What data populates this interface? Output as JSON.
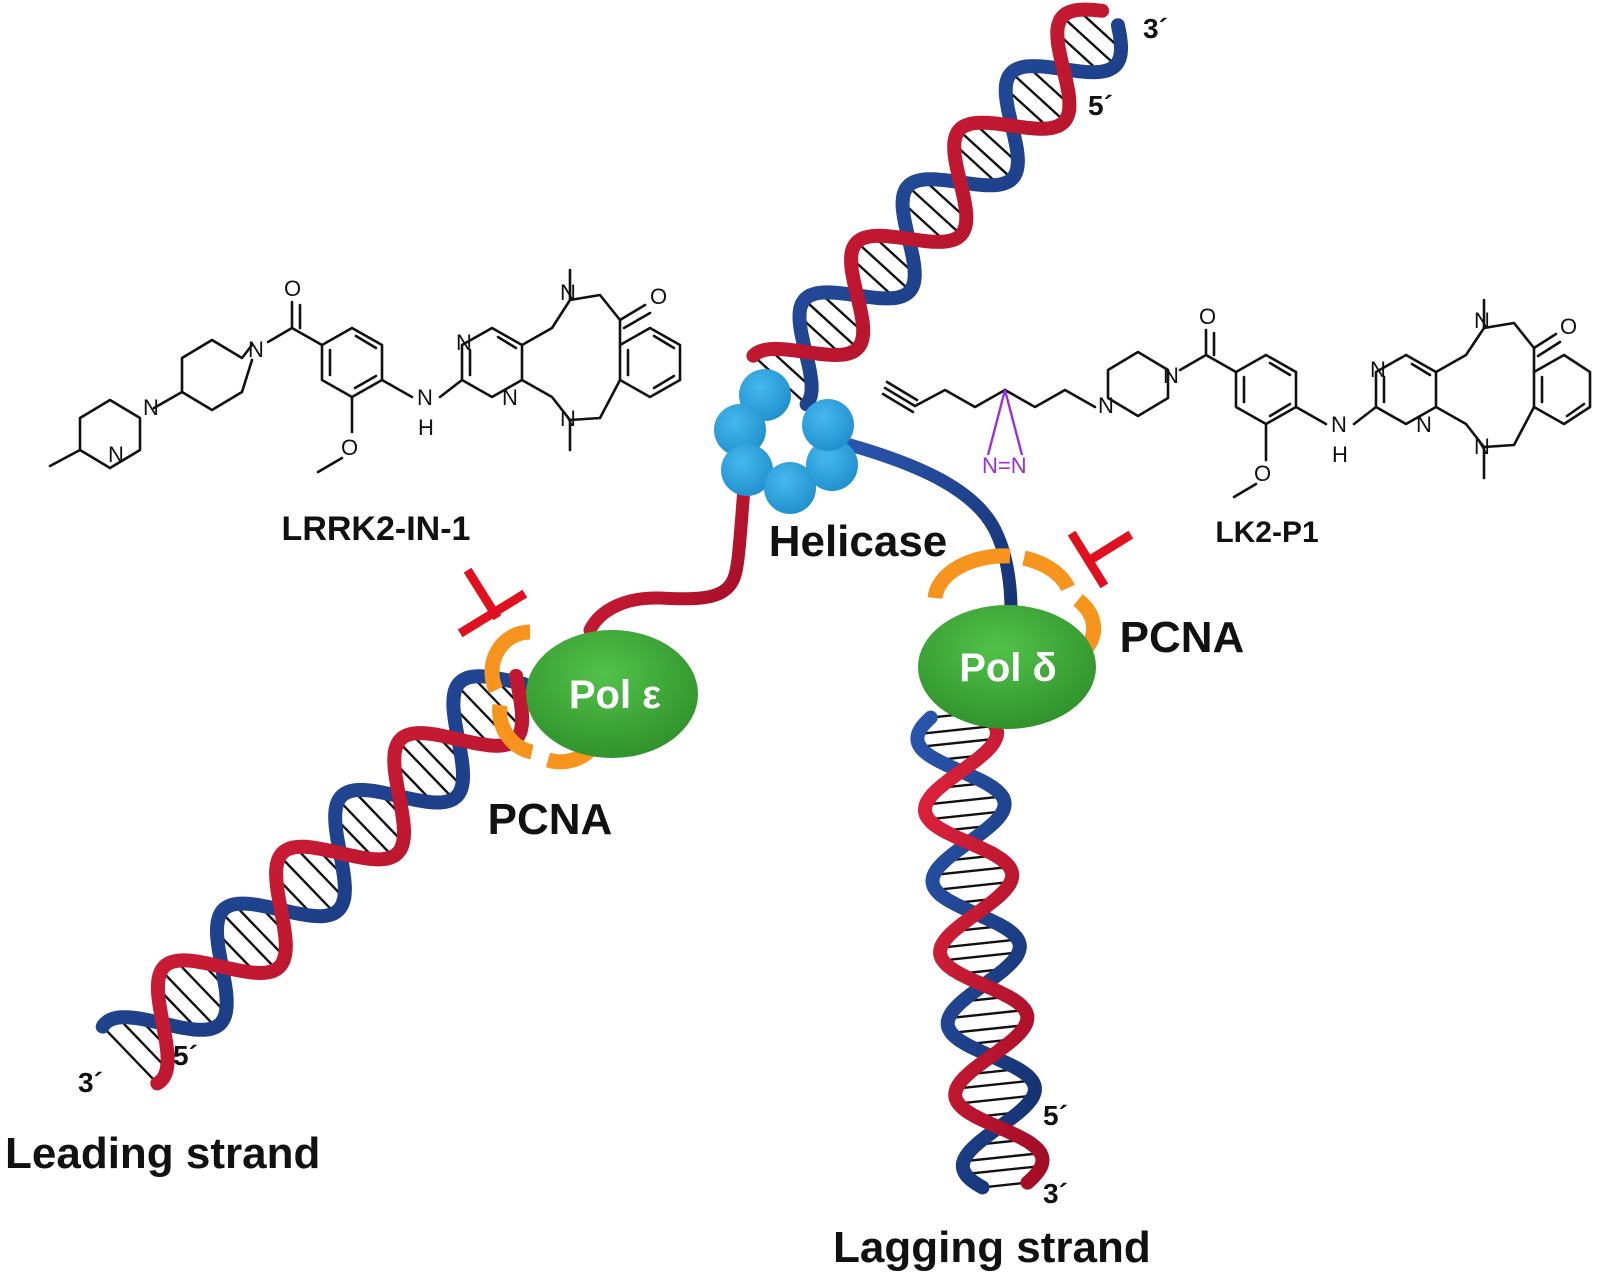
{
  "labels": {
    "helicase": "Helicase",
    "pol_epsilon": "Pol ε",
    "pol_delta": "Pol δ",
    "pcna_left": "PCNA",
    "pcna_right": "PCNA",
    "leading_strand": "Leading strand",
    "lagging_strand": "Lagging strand",
    "inhibitor_left": "LRRK2-IN-1",
    "inhibitor_right": "LK2-P1",
    "end_top_3": "3´",
    "end_top_5": "5´",
    "end_left_3": "3´",
    "end_left_5": "5´",
    "end_bottom_5": "5´",
    "end_bottom_3": "3´"
  },
  "chem_left": {
    "o1": "O",
    "n1": "N",
    "n2": "N",
    "n3": "N",
    "n4": "N",
    "nh": "N",
    "h": "H",
    "n5": "N",
    "n6": "N",
    "o2": "O",
    "n7": "N",
    "ome": "O"
  },
  "chem_right": {
    "o1": "O",
    "n1": "N",
    "n2": "N",
    "n3": "N",
    "n4": "N",
    "nh": "N",
    "h": "H",
    "n5": "N",
    "n6": "N",
    "o2": "O",
    "ome": "O",
    "diazirine": "N=N"
  },
  "colors": {
    "strand_red": "#c8102e",
    "strand_blue": "#1d3f8a",
    "helicase": "#29a3df",
    "polymerase": "#3aa935",
    "pcna": "#f7941d",
    "inhibitor": "#e0101f",
    "diazirine": "#9b30d9"
  }
}
